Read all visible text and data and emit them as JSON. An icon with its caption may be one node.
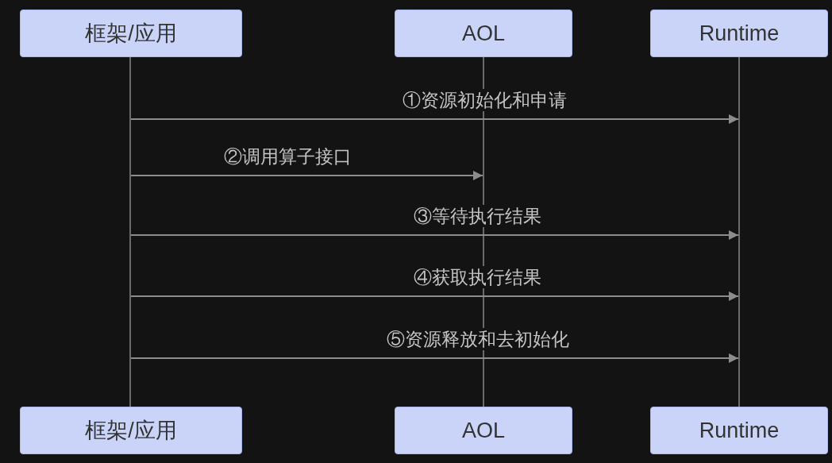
{
  "diagram": {
    "nodes": [
      {
        "text": [
          "框架/应用"
        ]
      },
      {
        "text": [
          "AOL"
        ]
      },
      {
        "text": [
          "Runtime"
        ]
      },
      {
        "text": [],
        "shape": "line"
      },
      {
        "text": [],
        "shape": "line"
      },
      {
        "text": [],
        "shape": "line"
      },
      {
        "text": [
          "框架/应用"
        ]
      },
      {
        "text": [
          "AOL"
        ]
      },
      {
        "text": [
          "Runtime"
        ]
      }
    ],
    "edges": [
      {
        "from": 3,
        "to": 5,
        "arrow": "to",
        "label": "①资源初始化和申请"
      },
      {
        "from": 3,
        "to": 4,
        "arrow": "to",
        "label": "②调用算子接口"
      },
      {
        "from": 3,
        "to": 5,
        "arrow": "to",
        "label": "③等待执行结果"
      },
      {
        "from": 3,
        "to": 5,
        "arrow": "to",
        "label": "④获取执行结果"
      },
      {
        "from": 3,
        "to": 5,
        "arrow": "to",
        "label": "⑤资源释放和去初始化"
      }
    ]
  }
}
